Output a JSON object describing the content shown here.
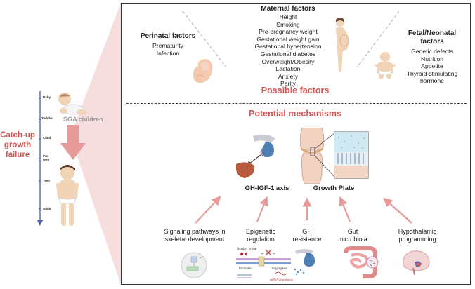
{
  "colors": {
    "accent_red": "#d25656",
    "arrow_pink": "#e79a9a",
    "cone_pink": "#f6dada",
    "frame": "#333333",
    "ruler_blue": "#4a5fa6"
  },
  "left_panel": {
    "growth_stages": [
      "Baby",
      "Toddler",
      "Child",
      "Pre-teen",
      "Teen",
      "Adult"
    ],
    "sga_label": "SGA children",
    "failure_label": [
      "Catch-up",
      "growth",
      "failure"
    ],
    "icons": [
      "baby-icon",
      "child-icon",
      "down-arrow-icon"
    ]
  },
  "possible_factors": {
    "heading": "Possible factors",
    "perinatal": {
      "title": "Perinatal factors",
      "items": [
        "Prematurity",
        "Infection"
      ],
      "icon": "fetus-icon"
    },
    "maternal": {
      "title": "Maternal factors",
      "items": [
        "Height",
        "Smoking",
        "Pre-pregnancy weight",
        "Gestational weight gain",
        "Gestational hypertension",
        "Gestational diabetes",
        "Overweight/Obesity",
        "Lactation",
        "Anxiety",
        "Parity"
      ],
      "icon": "pregnant-woman-icon"
    },
    "fetal_neonatal": {
      "title": [
        "Fetal/Neonatal",
        "factors"
      ],
      "items": [
        "Genetic defects",
        "Nutrition",
        "Appetite",
        "Thyroid-stimulating",
        "hormone"
      ],
      "icon": "infant-icon"
    }
  },
  "potential_mechanisms": {
    "heading": "Potential mechanisms",
    "targets": [
      {
        "label": "GH-IGF-1 axis",
        "icon": "pituitary-liver-icon"
      },
      {
        "label": "Growth Plate",
        "icon": "knee-joint-growth-plate-icon"
      }
    ],
    "mechanisms": [
      {
        "label": [
          "Signaling pathways in",
          "skeletal development"
        ],
        "icon": "cell-signaling-icon"
      },
      {
        "label": [
          "Epigenetic",
          "regulation"
        ],
        "icon": "dna-methylation-icon",
        "icon_text": {
          "methyl": "Methyl group",
          "promoter": "Promoter",
          "target": "Target gene",
          "degradation": "mRNA degradation"
        }
      },
      {
        "label": [
          "GH",
          "resistance"
        ],
        "icon": "gh-receptor-icon"
      },
      {
        "label": [
          "Gut",
          "microbiota"
        ],
        "icon": "intestine-icon"
      },
      {
        "label": [
          "Hypothalamic",
          "programming"
        ],
        "icon": "brain-icon"
      }
    ]
  }
}
